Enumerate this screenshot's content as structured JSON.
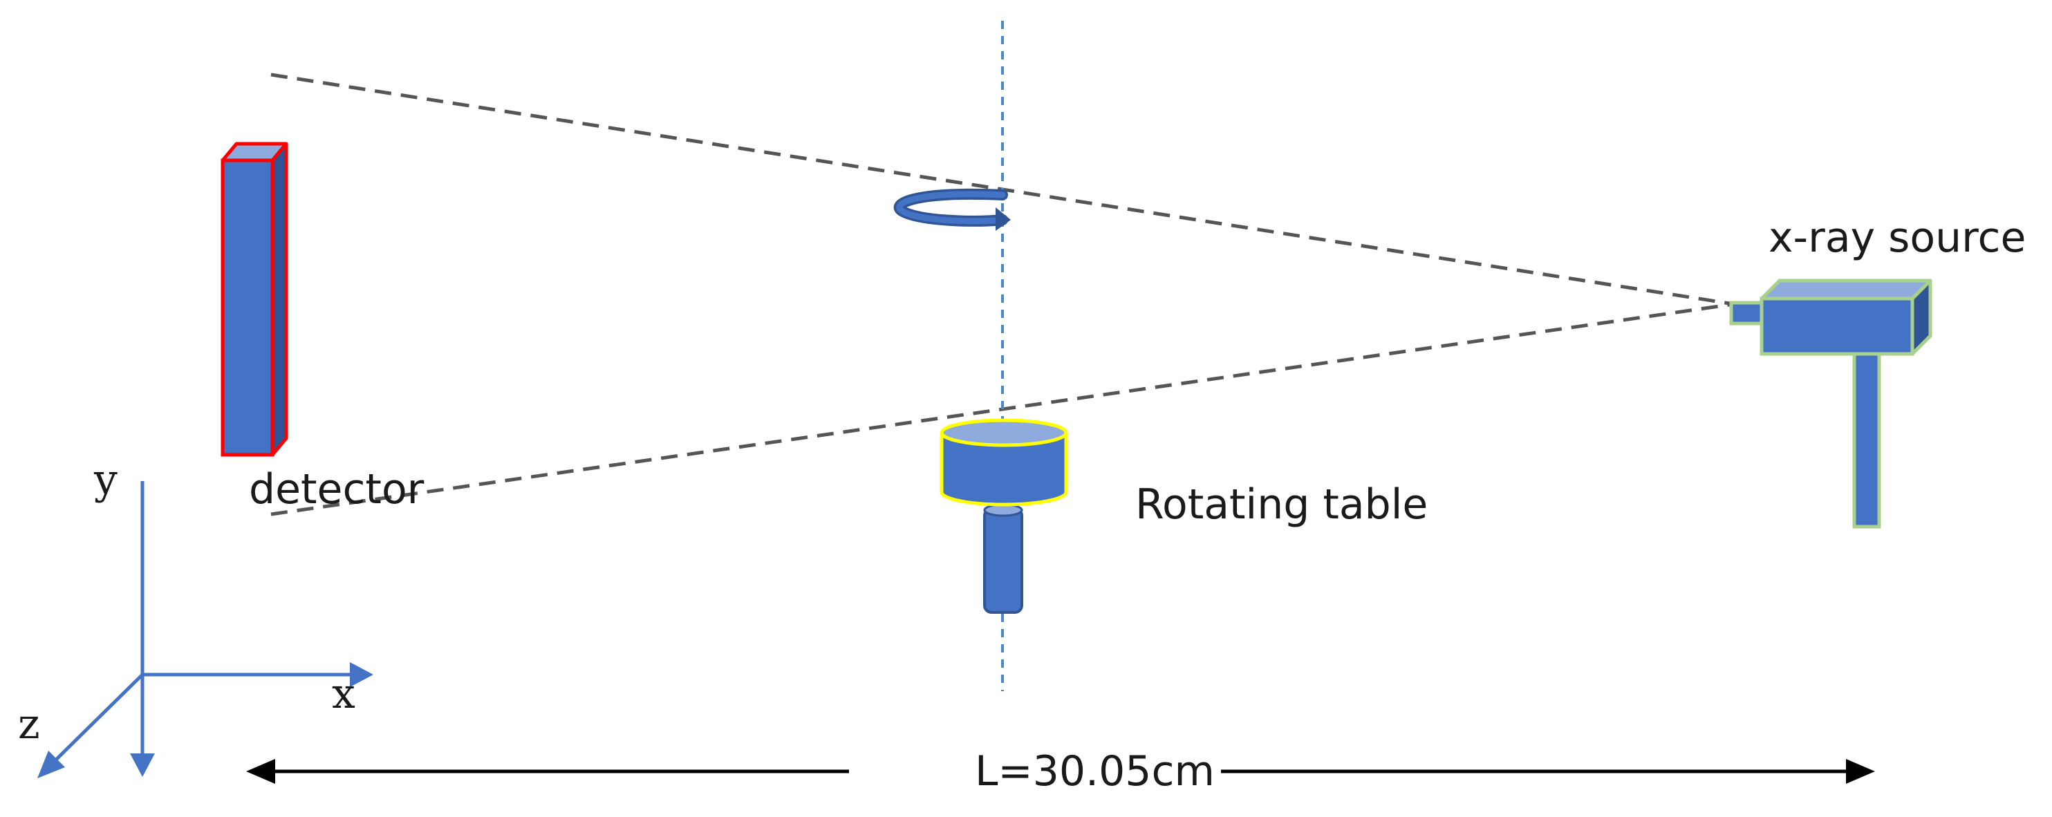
{
  "labels": {
    "detector": "detector",
    "rotating_table": "Rotating table",
    "xray_source": "x-ray source",
    "distance": "L=30.05cm"
  },
  "axes": {
    "x": "x",
    "y": "y",
    "z": "z"
  },
  "colors": {
    "component_fill": "#4472c4",
    "component_side": "#2f5597",
    "component_top": "#8faadc",
    "detector_outline": "#ff0000",
    "table_outline": "#ffff00",
    "source_outline": "#a9d18e",
    "beam_line": "#555555",
    "rotation_axis": "#4a86c8",
    "coordinate_axes": "#4472c4",
    "dimension_arrow": "#000000"
  }
}
